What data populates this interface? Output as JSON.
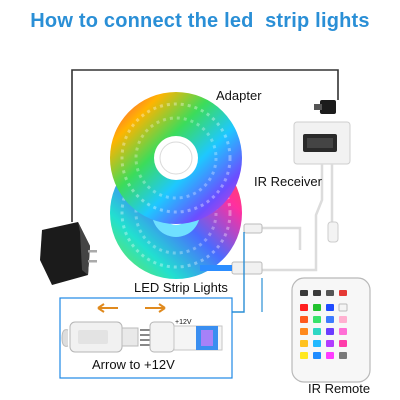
{
  "title": "How to connect the led  strip lights",
  "labels": {
    "adapter": "Adapter",
    "ir_receiver": "IR Receiver",
    "led_strip_lights": "LED Strip Lights",
    "plus12v": "+12V",
    "arrow_to_12v": "Arrow to +12V",
    "ir_remote": "IR Remote"
  },
  "colors": {
    "title": "#2a8fd6",
    "connector_line": "#2a8fd6",
    "cable": "#333333",
    "arrow": "#e08a1e"
  }
}
